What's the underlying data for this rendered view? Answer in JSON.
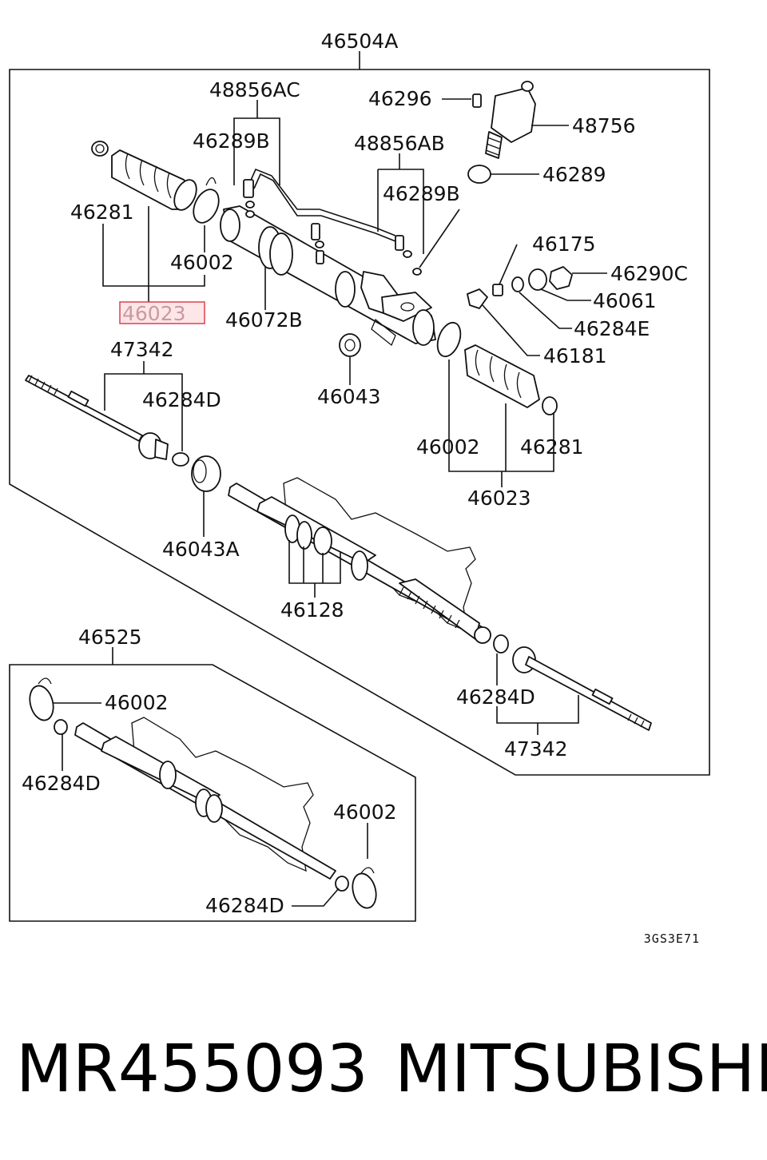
{
  "diagram": {
    "assembly_label": "46504A",
    "labels": {
      "p48856AC": "48856AC",
      "p46296": "46296",
      "p48756": "48756",
      "p46289B_a": "46289B",
      "p48856AB": "48856AB",
      "p46289": "46289",
      "p46289B_b": "46289B",
      "p46281_a": "46281",
      "p46002_a": "46002",
      "p46175": "46175",
      "p46290C": "46290C",
      "p46061": "46061",
      "p46072B": "46072B",
      "p46284E": "46284E",
      "p46181": "46181",
      "p47342_a": "47342",
      "p46043": "46043",
      "p46284D_a": "46284D",
      "p46002_b": "46002",
      "p46281_b": "46281",
      "p46023_b": "46023",
      "p46043A": "46043A",
      "p46128": "46128",
      "p46525": "46525",
      "p46284D_b": "46284D",
      "p47342_b": "47342",
      "p46002_c": "46002",
      "p46284D_c": "46284D",
      "p46002_d": "46002",
      "p46284D_d": "46284D"
    },
    "highlighted_part": "46023",
    "highlight_color": "#e04c57",
    "drawing_code": "3GS3E71"
  },
  "footer": {
    "part_number": "MR455093",
    "brand": "MITSUBISHI"
  }
}
